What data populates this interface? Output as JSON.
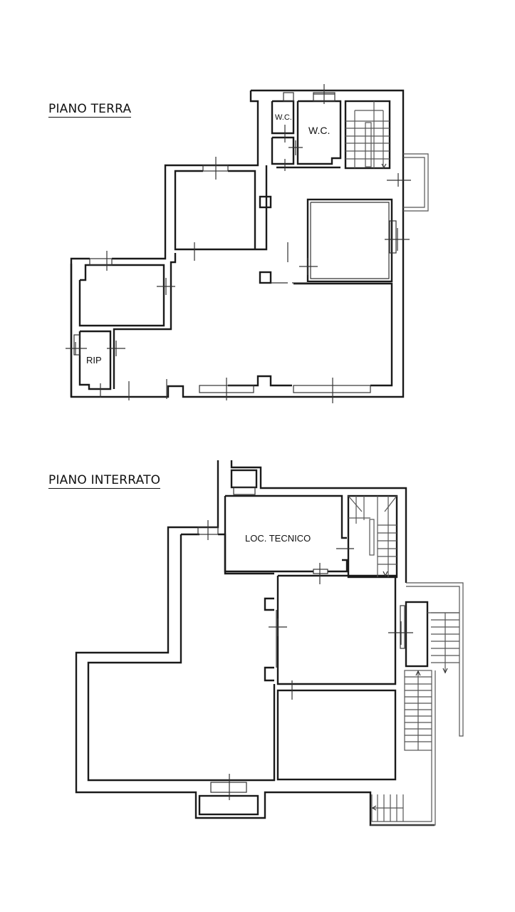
{
  "floors": [
    {
      "title": "PIANO TERRA",
      "rooms": [
        {
          "label": "W.C."
        },
        {
          "label": "W.C."
        },
        {
          "label": "RIP"
        }
      ]
    },
    {
      "title": "PIANO INTERRATO",
      "rooms": [
        {
          "label": "LOC. TECNICO"
        }
      ]
    }
  ],
  "colors": {
    "background": "#ffffff",
    "walls": "#1a1a1a"
  }
}
